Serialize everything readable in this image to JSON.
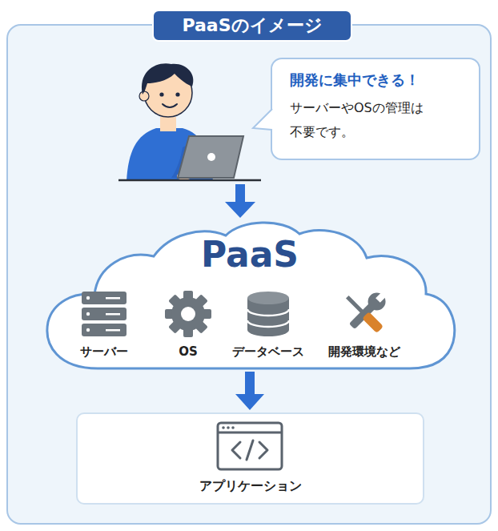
{
  "diagram": {
    "title": "PaaSのイメージ",
    "nodes": [
      {
        "text": [
          "開発に集中できる！",
          "サーバーやOSの管理は 不要です。"
        ]
      },
      {
        "text": [
          "PaaS"
        ]
      },
      {
        "text": [
          "アプリケーション"
        ]
      }
    ],
    "edges": [
      {
        "from": 1,
        "to": 2,
        "arrow": "to"
      }
    ],
    "labels": [
      "サーバー",
      "OS",
      "データベース",
      "開発環境など"
    ]
  }
}
